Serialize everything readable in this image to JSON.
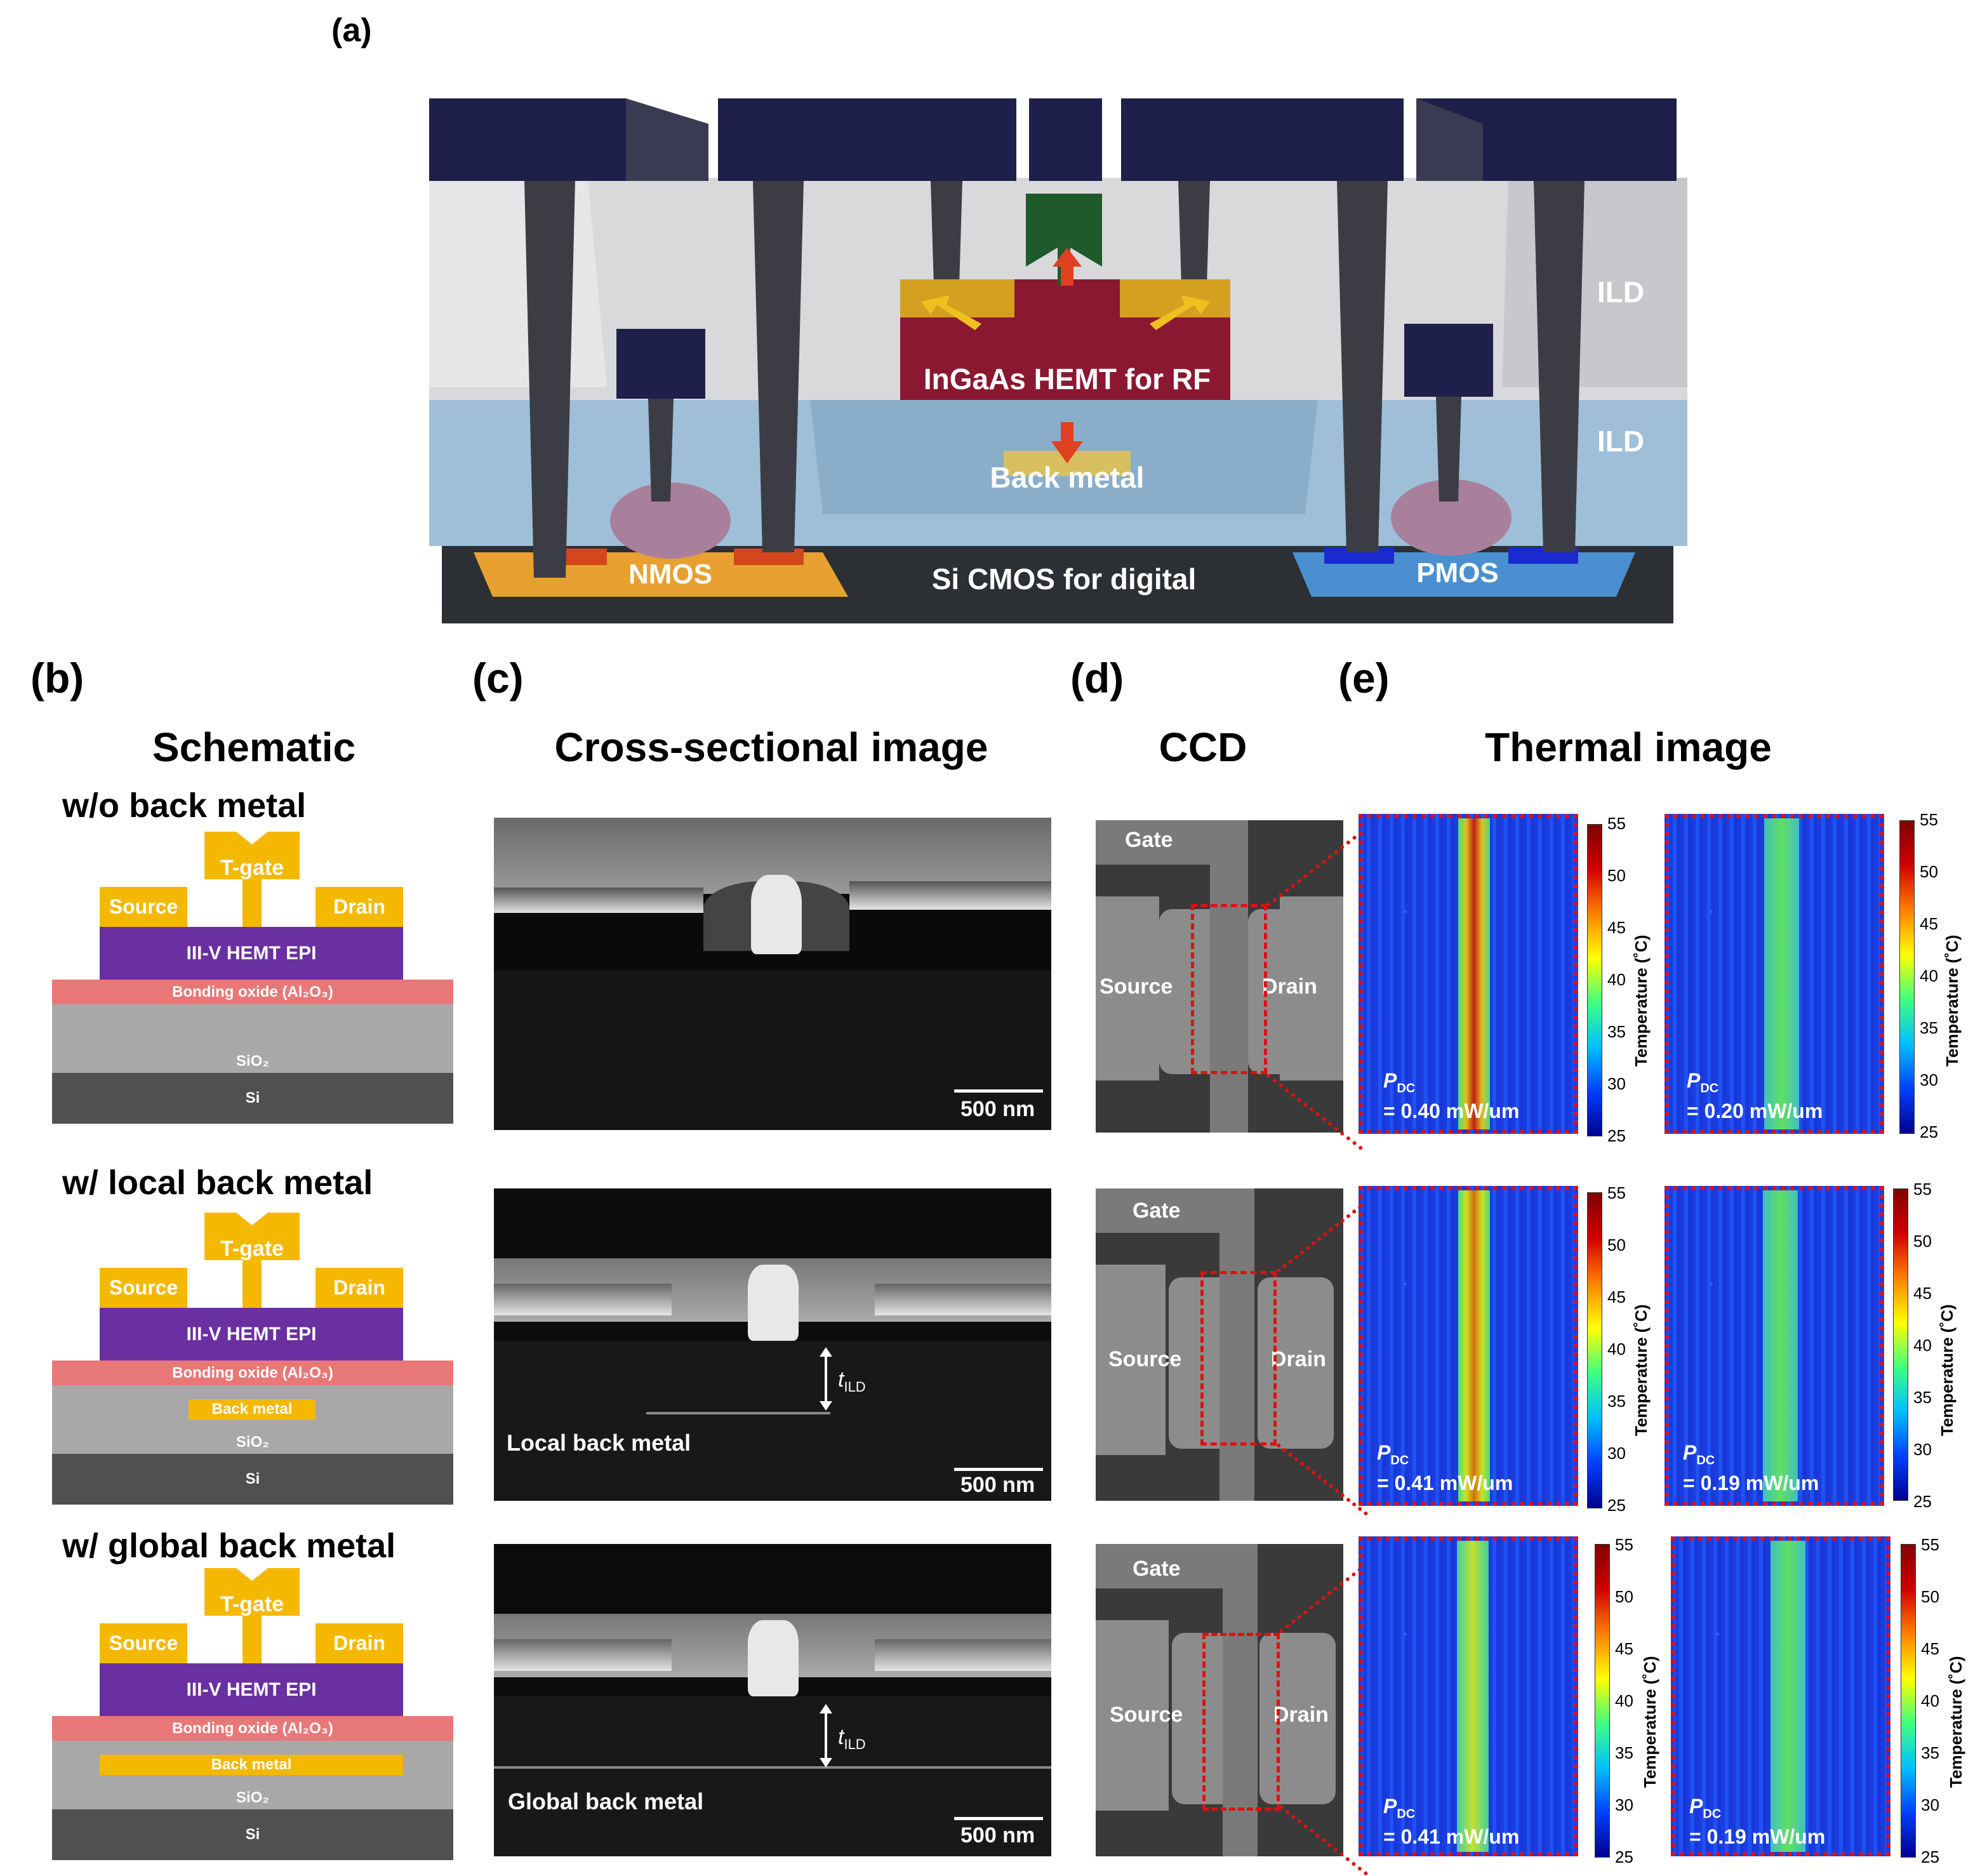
{
  "panel_labels": {
    "a": "(a)",
    "b": "(b)",
    "c": "(c)",
    "d": "(d)",
    "e": "(e)"
  },
  "diagram_a": {
    "ild_top": "ILD",
    "ild_bottom": "ILD",
    "hemt": "InGaAs HEMT for RF",
    "back_metal": "Back metal",
    "nmos": "NMOS",
    "pmos": "PMOS",
    "cmos": "Si CMOS for digital"
  },
  "headers": {
    "schematic": "Schematic",
    "cross_section": "Cross-sectional image",
    "ccd": "CCD",
    "thermal": "Thermal image"
  },
  "rows": [
    {
      "title": "w/o back metal",
      "back_metal_label": "",
      "tem_label": "",
      "pdc_left": "= 0.40 mW/um",
      "pdc_right": "= 0.20 mW/um"
    },
    {
      "title": "w/ local back metal",
      "back_metal_label": "Back metal",
      "tem_label": "Local back metal",
      "pdc_left": "= 0.41 mW/um",
      "pdc_right": "= 0.19 mW/um"
    },
    {
      "title": "w/ global back metal",
      "back_metal_label": "Back metal",
      "tem_label": "Global back metal",
      "pdc_left": "= 0.41 mW/um",
      "pdc_right": "= 0.19 mW/um"
    }
  ],
  "schematic": {
    "tgate": "T-gate",
    "source": "Source",
    "drain": "Drain",
    "epi": "III-V HEMT EPI",
    "bonding": "Bonding oxide (Al₂O₃)",
    "sio2": "SiO₂",
    "si": "Si"
  },
  "tem": {
    "scale": "500 nm",
    "t_ild": "t",
    "t_ild_sub": "ILD"
  },
  "ccd": {
    "gate": "Gate",
    "source": "Source",
    "drain": "Drain"
  },
  "thermal": {
    "pdc_symbol": "P",
    "pdc_sub": "DC",
    "colorbar_title": "Temperature (˚C)",
    "ticks": [
      "55",
      "50",
      "45",
      "40",
      "35",
      "30",
      "25"
    ]
  }
}
